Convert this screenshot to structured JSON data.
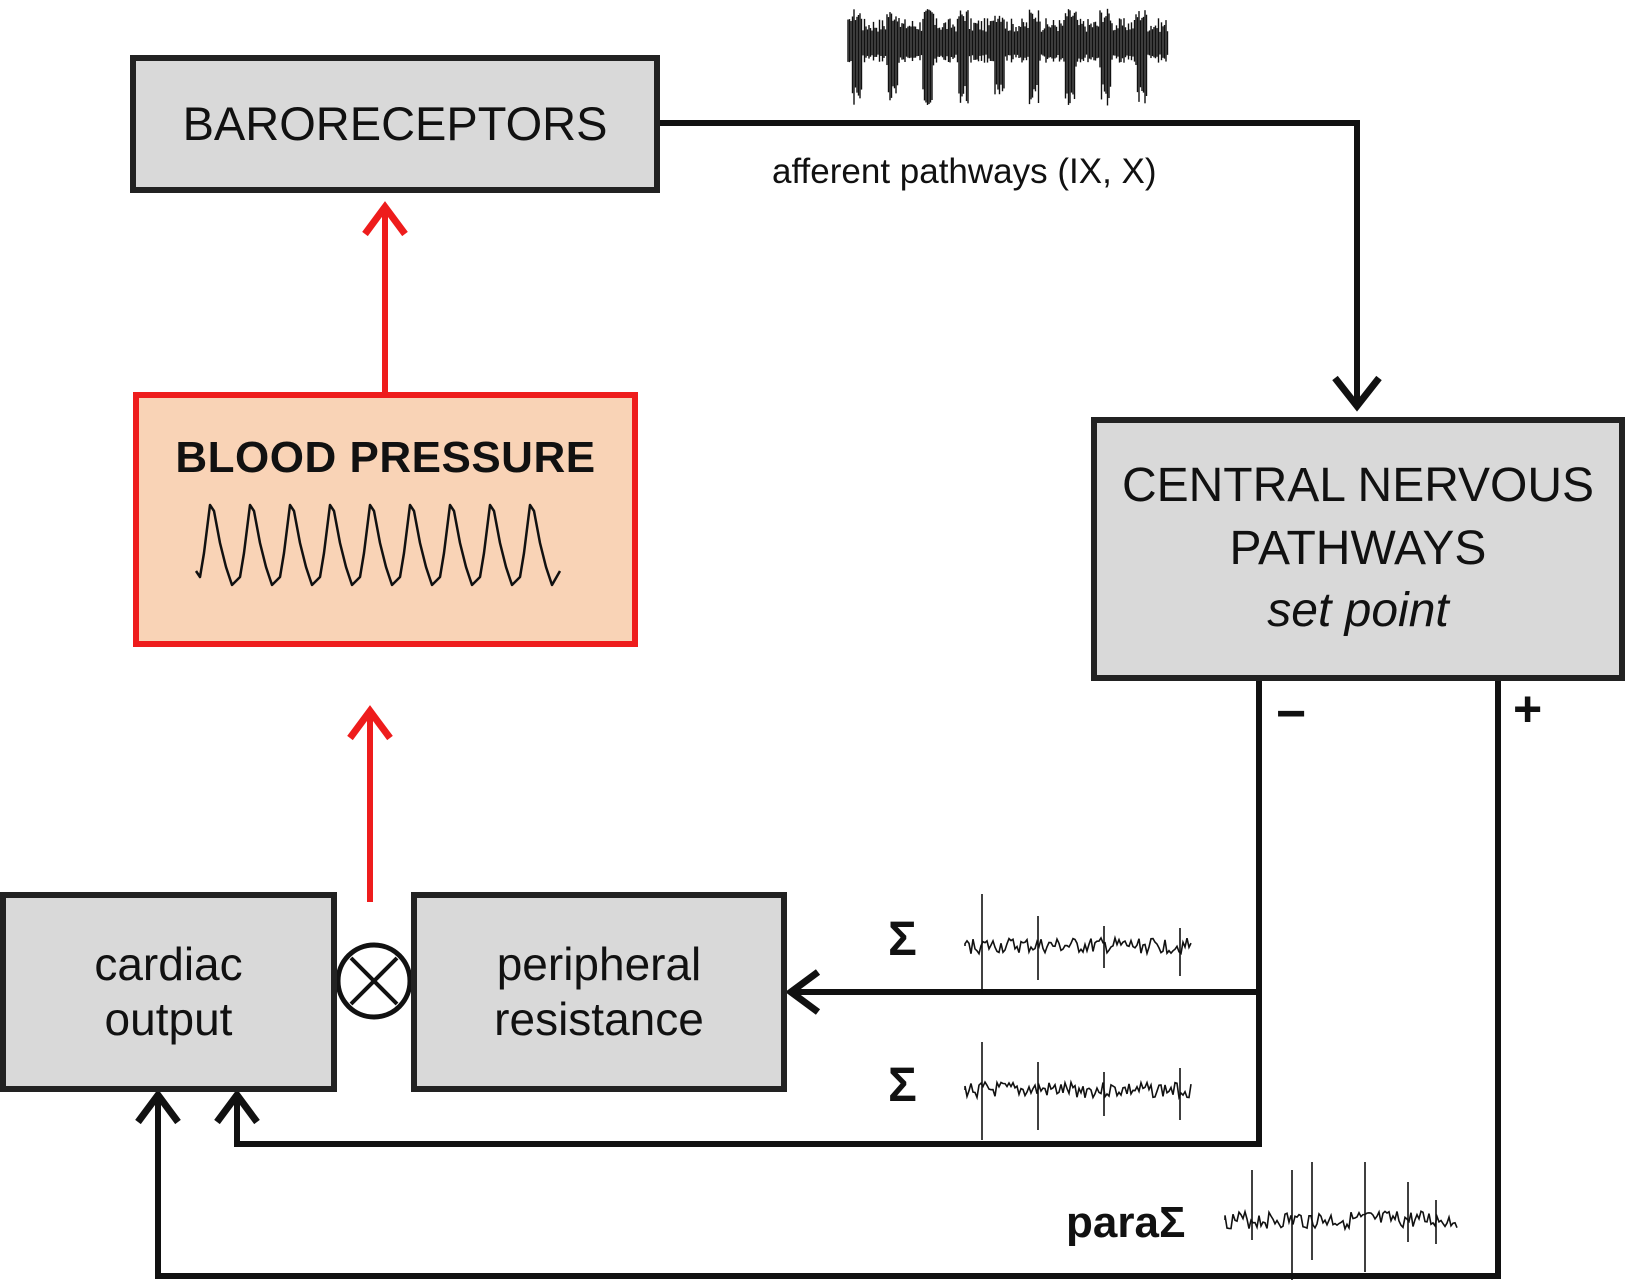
{
  "diagram": {
    "baroreceptors": "BARORECEPTORS",
    "afferent": "afferent pathways (IX, X)",
    "blood_pressure": "BLOOD PRESSURE",
    "cns_line1": "CENTRAL NERVOUS",
    "cns_line2": "PATHWAYS",
    "cns_line3": "set point",
    "minus": "−",
    "plus": "+",
    "cardiac_line1": "cardiac",
    "cardiac_line2": "output",
    "peripheral_line1": "peripheral",
    "peripheral_line2": "resistance",
    "sympathetic_1": "Σ",
    "sympathetic_2": "Σ",
    "parasympathetic": "paraΣ",
    "multiply_symbol": "⊗"
  },
  "colors": {
    "box_fill": "#d9d9d9",
    "bp_fill": "#f9d3b6",
    "accent_red": "#ee1c1c",
    "line_black": "#111111"
  }
}
